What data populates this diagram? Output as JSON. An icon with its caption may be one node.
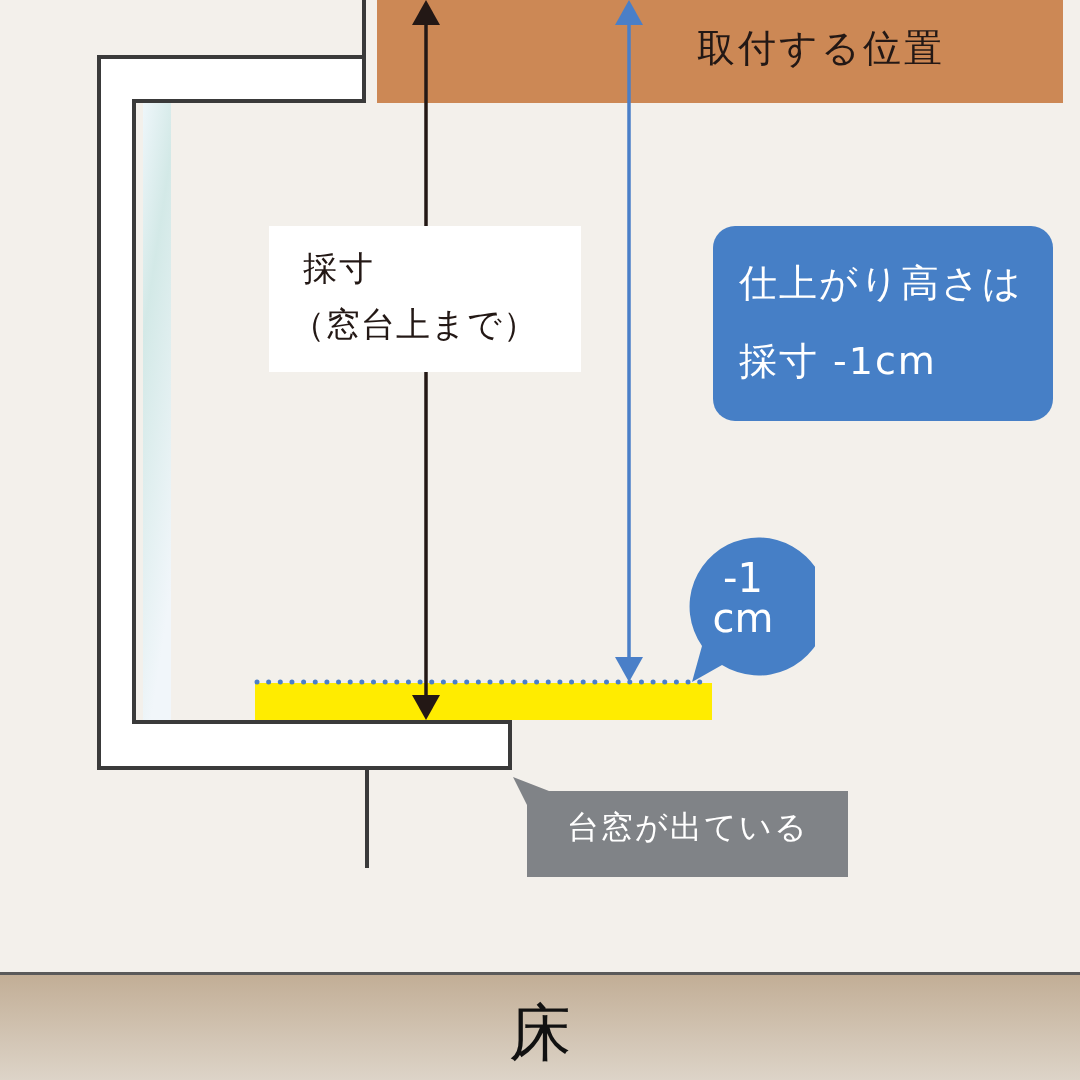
{
  "diagram": {
    "nodes": [
      {
        "text": [
          "取付する位置"
        ]
      },
      {
        "text": [
          "採寸",
          "（窓台上まで）"
        ]
      },
      {
        "text": [
          "仕上がり高さは採寸 -1cm"
        ]
      },
      {
        "text": [
          "-1 cm"
        ]
      },
      {
        "text": [
          "台窓が出ている"
        ]
      },
      {
        "text": [
          "床"
        ]
      }
    ]
  }
}
